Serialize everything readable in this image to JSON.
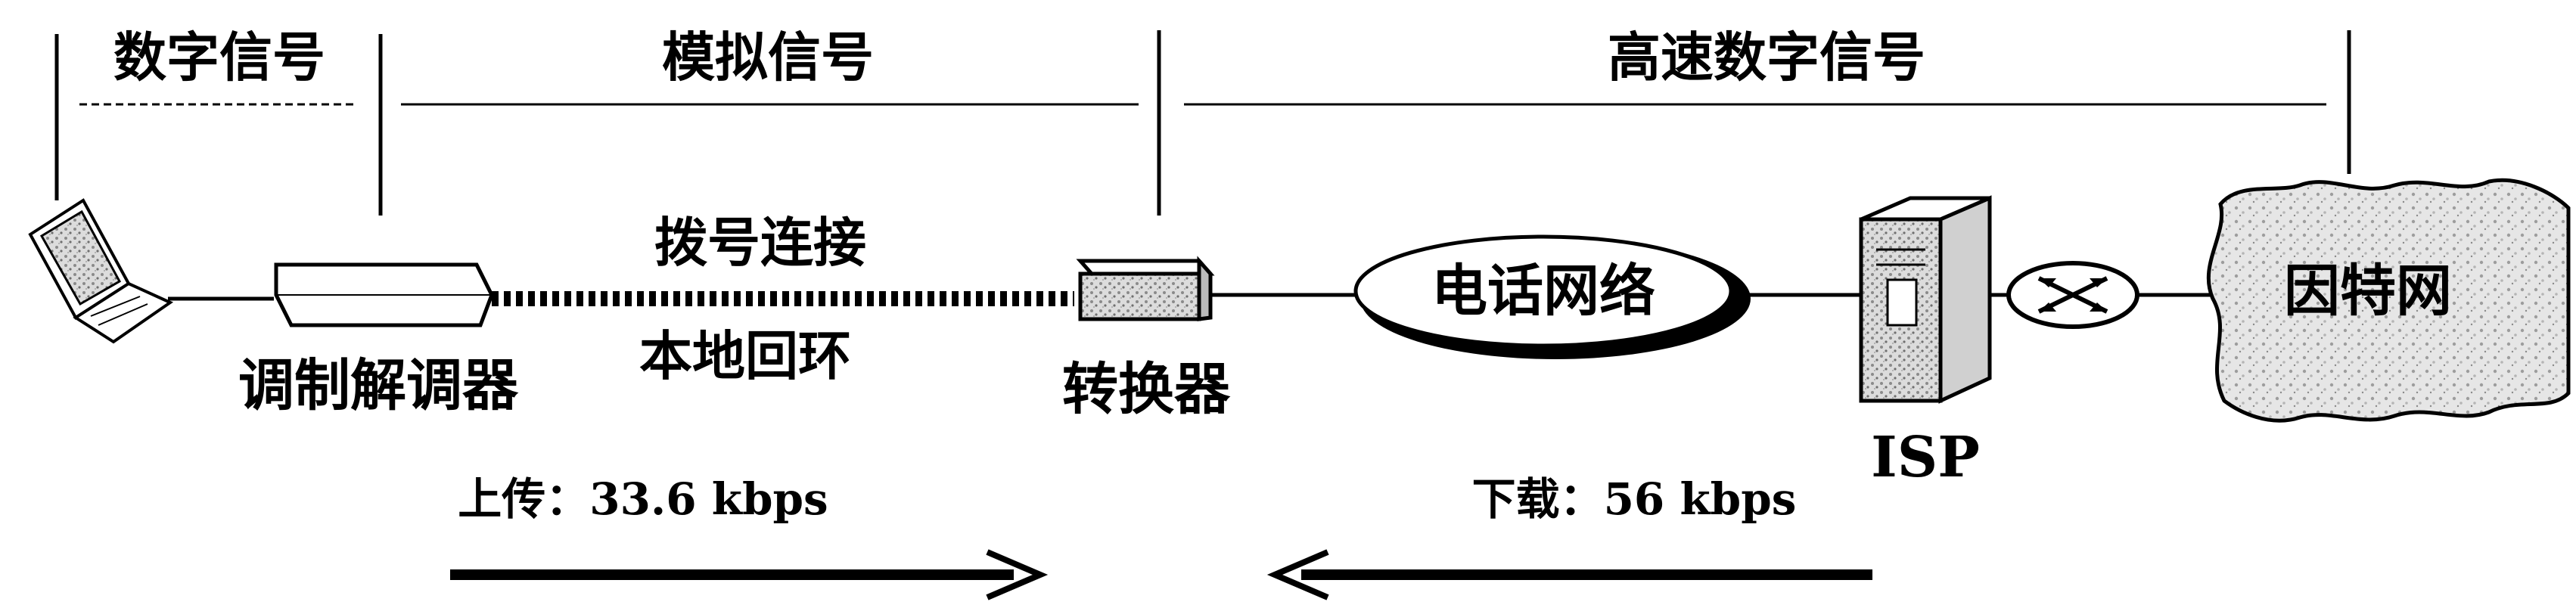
{
  "zones": {
    "digital": "数字信号",
    "analog": "模拟信号",
    "high_speed": "高速数字信号"
  },
  "devices": {
    "modem": "调制解调器",
    "converter": "转换器",
    "telephone_network": "电话网络",
    "isp": "ISP",
    "internet": "因特网"
  },
  "link": {
    "dialup": "拨号连接",
    "local_loop": "本地回环"
  },
  "speeds": {
    "upload": "上传：33.6 kbps",
    "download": "下载：56 kbps"
  },
  "colors": {
    "ink": "#000000",
    "cloud_fill": "#e4e4e4",
    "box_fill": "#ffffff"
  }
}
